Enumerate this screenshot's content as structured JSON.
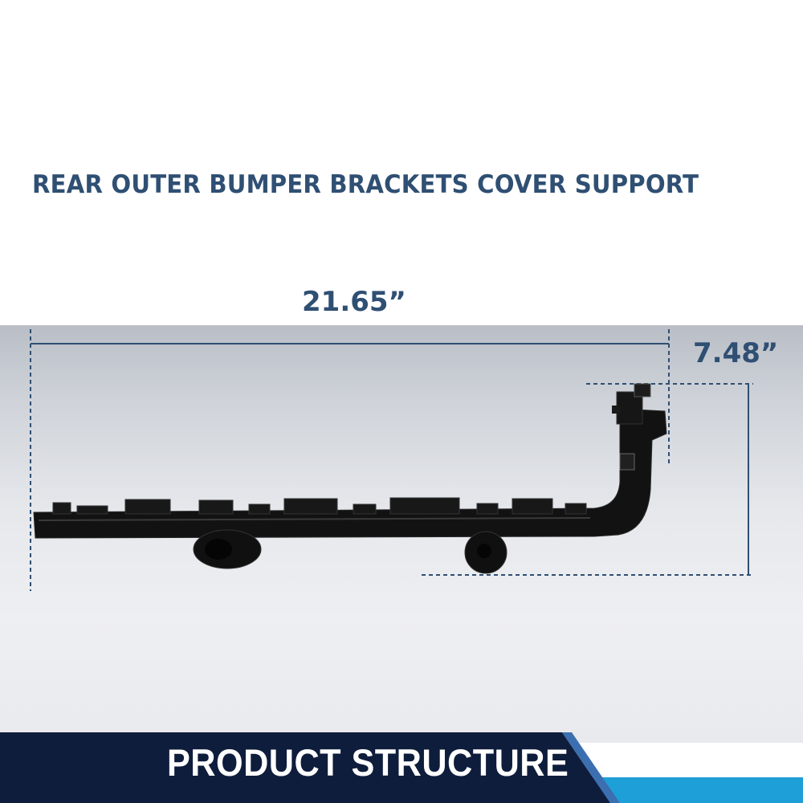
{
  "header": {
    "title": "REAR OUTER BUMPER BRACKETS COVER SUPPORT"
  },
  "dimensions": {
    "width_label": "21.65”",
    "height_label": "7.48”"
  },
  "banner": {
    "label": "PRODUCT STRUCTURE"
  },
  "colors": {
    "title": "#2f4f73",
    "dimension_line": "#2f4f73",
    "part": "#111111",
    "banner_dark": "#0f1d3c",
    "banner_accent": "#1e9fd8"
  }
}
